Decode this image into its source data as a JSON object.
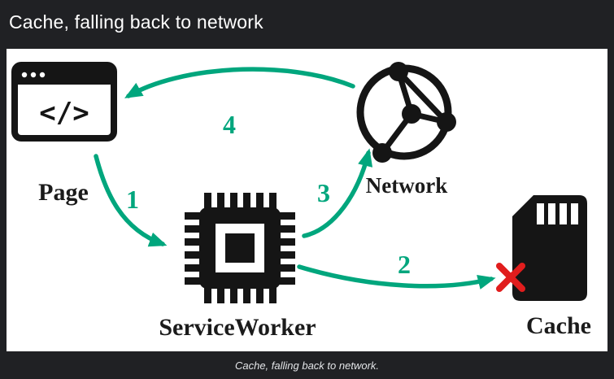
{
  "header": {
    "title": "Cache, falling back to network"
  },
  "caption": "Cache, falling back to network.",
  "diagram": {
    "page_icon_glyph": "</>",
    "nodes": [
      {
        "id": "page",
        "label": "Page",
        "icon": "browser-window-icon"
      },
      {
        "id": "network",
        "label": "Network",
        "icon": "network-globe-icon"
      },
      {
        "id": "serviceworker",
        "label": "ServiceWorker",
        "icon": "cpu-chip-icon"
      },
      {
        "id": "cache",
        "label": "Cache",
        "icon": "sd-card-icon"
      }
    ],
    "steps": [
      {
        "num": "1",
        "from": "Page",
        "to": "ServiceWorker"
      },
      {
        "num": "2",
        "from": "ServiceWorker",
        "to": "Cache",
        "result": "miss"
      },
      {
        "num": "3",
        "from": "ServiceWorker",
        "to": "Network"
      },
      {
        "num": "4",
        "from": "Network",
        "to": "Page"
      }
    ],
    "colors": {
      "arrow": "#00a67d",
      "error_x": "#e11d1d",
      "icon": "#151515",
      "panel": "#ffffff",
      "background": "#202124",
      "title_text": "#ffffff"
    }
  }
}
